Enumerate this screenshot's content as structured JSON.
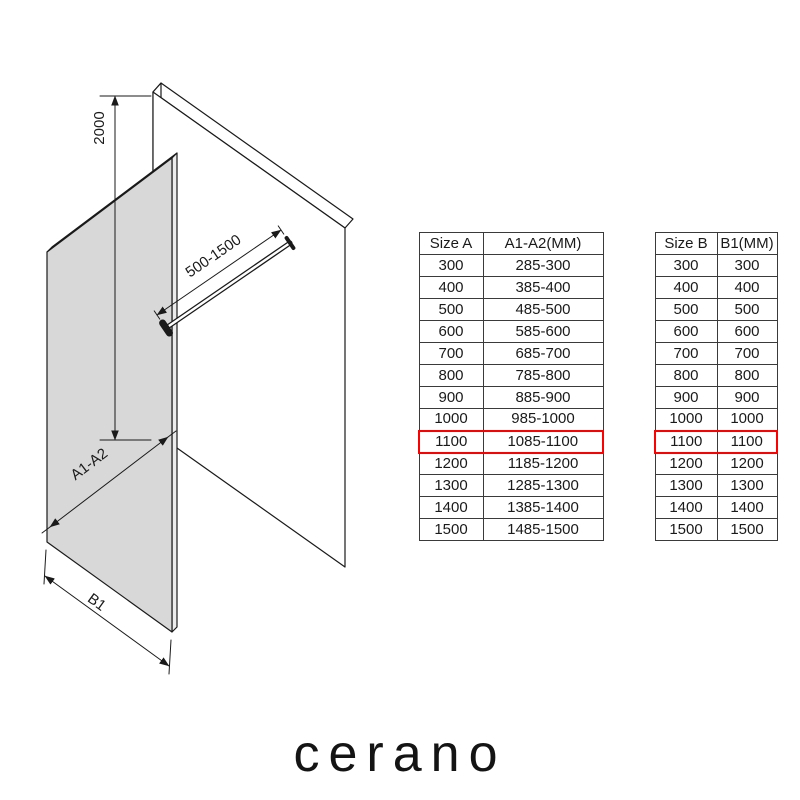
{
  "brand": {
    "logo_text": "cerano"
  },
  "diagram": {
    "labels": {
      "height": "2000",
      "bar_length_range": "500-1500",
      "width_range": "A1-A2",
      "base_width": "B1"
    },
    "colors": {
      "glass_fill": "#d8d8d8",
      "line": "#1a1a1a"
    }
  },
  "tables": {
    "highlight_color": "#ff0000",
    "table_a": {
      "headers": [
        "Size A",
        "A1-A2(MM)"
      ],
      "rows": [
        [
          "300",
          "285-300"
        ],
        [
          "400",
          "385-400"
        ],
        [
          "500",
          "485-500"
        ],
        [
          "600",
          "585-600"
        ],
        [
          "700",
          "685-700"
        ],
        [
          "800",
          "785-800"
        ],
        [
          "900",
          "885-900"
        ],
        [
          "1000",
          "985-1000"
        ],
        [
          "1100",
          "1085-1100"
        ],
        [
          "1200",
          "1185-1200"
        ],
        [
          "1300",
          "1285-1300"
        ],
        [
          "1400",
          "1385-1400"
        ],
        [
          "1500",
          "1485-1500"
        ]
      ],
      "highlight_row_index": 8
    },
    "table_b": {
      "headers": [
        "Size B",
        "B1(MM)"
      ],
      "rows": [
        [
          "300",
          "300"
        ],
        [
          "400",
          "400"
        ],
        [
          "500",
          "500"
        ],
        [
          "600",
          "600"
        ],
        [
          "700",
          "700"
        ],
        [
          "800",
          "800"
        ],
        [
          "900",
          "900"
        ],
        [
          "1000",
          "1000"
        ],
        [
          "1100",
          "1100"
        ],
        [
          "1200",
          "1200"
        ],
        [
          "1300",
          "1300"
        ],
        [
          "1400",
          "1400"
        ],
        [
          "1500",
          "1500"
        ]
      ],
      "highlight_row_index": 8
    }
  }
}
